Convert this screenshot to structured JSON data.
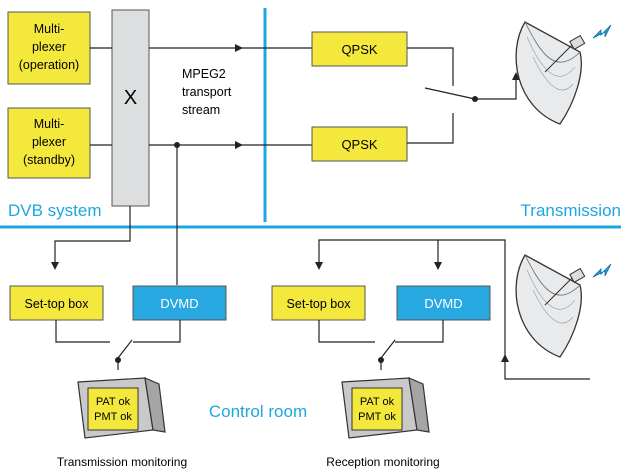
{
  "colors": {
    "accent_blue": "#1ea6e0",
    "yellow_box": "#f5e83c",
    "blue_box": "#28a8e0",
    "gray_box": "#dcdee0",
    "line": "#222222"
  },
  "mux_operation": [
    "Multi-",
    "plexer",
    "(operation)"
  ],
  "mux_standby": [
    "Multi-",
    "plexer",
    "(standby)"
  ],
  "switch_symbol": "X",
  "transport_label": [
    "MPEG2",
    "transport",
    "stream"
  ],
  "qpsk_label": "QPSK",
  "dvb_system_label": "DVB system",
  "transmission_label": "Transmission",
  "set_top_box_label": "Set-top box",
  "dvmd_label": "DVMD",
  "control_room_label": "Control room",
  "monitor_text": [
    "PAT ok",
    "PMT ok"
  ],
  "transmission_monitoring_label": "Transmission monitoring",
  "reception_monitoring_label": "Reception monitoring",
  "icons": [
    "satellite-dish-icon",
    "signal-lightning-icon",
    "monitor-icon"
  ]
}
